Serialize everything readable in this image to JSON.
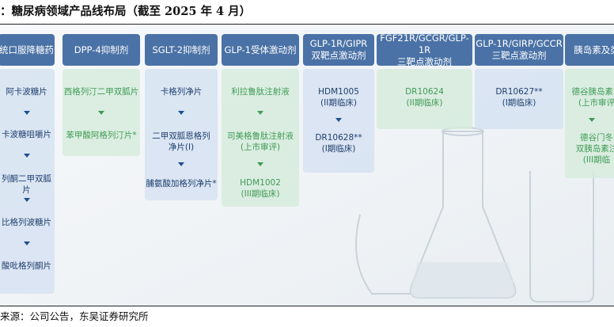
{
  "title": "：糖尿病领域产品线布局（截至 2025 年 4 月）",
  "source": "来源：公司公告，东吴证券研究所",
  "colors": {
    "header": "#4a72a6",
    "blue_text": "#1f3f6e",
    "green_text": "#3f9b55"
  },
  "columns": [
    {
      "header": "统口服降糖药",
      "items": [
        "阿卡波糖片",
        "卡波糖咀嚼片",
        "列酮二甲双胍片",
        "比格列波糖片",
        "酸吡格列酮片"
      ]
    },
    {
      "header": "DPP-4抑制剂",
      "items": [
        "西格列汀二甲双胍片",
        "苯甲酸阿格列汀片*"
      ]
    },
    {
      "header": "SGLT-2抑制剂",
      "items": [
        "卡格列净片",
        "二甲双胍恩格列\n净片(I)",
        "脯氨酸加格列净片*"
      ]
    },
    {
      "header": "GLP-1受体激动剂",
      "items": [
        "利拉鲁肽注射液",
        "司美格鲁肽注射液\n(上市审评)",
        "HDM1002\n(III期临床)"
      ]
    },
    {
      "header": "GLP-1R/GIPR\n双靶点激动剂",
      "items": [
        "HDM1005\n(II期临床)",
        "DR10628**\n(I期临床)"
      ]
    },
    {
      "header": "FGF21R/GCGR/GLP-1R\n三靶点激动剂",
      "items": [
        "DR10624\n(II期临床)"
      ]
    },
    {
      "header": "GLP-1R/GIRP/GCCR\n三靶点激动剂",
      "items": [
        "DR10627**\n(I期临床)"
      ]
    },
    {
      "header": "胰岛素及类",
      "items": [
        "德谷胰岛素注\n(上市审评",
        "德谷门冬\n双胰岛素注\n(III期临"
      ]
    }
  ]
}
